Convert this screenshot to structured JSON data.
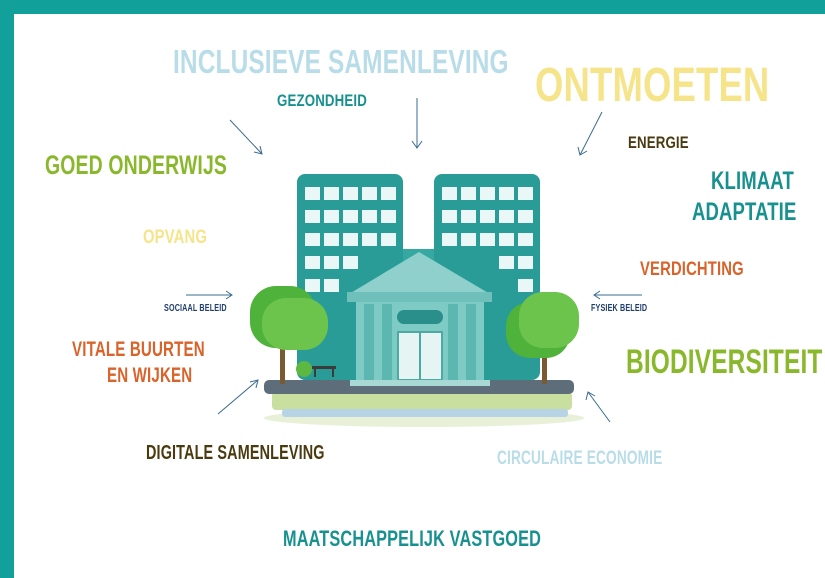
{
  "labels": {
    "inclusieve": "INCLUSIEVE SAMENLEVING",
    "gezondheid": "GEZONDHEID",
    "ontmoeten": "ONTMOETEN",
    "energie": "ENERGIE",
    "goed_onderwijs": "GOED ONDERWIJS",
    "klimaat_line1": "KLIMAAT",
    "klimaat_line2": "ADAPTATIE",
    "opvang": "OPVANG",
    "verdichting": "VERDICHTING",
    "sociaal_beleid": "SOCIAAL BELEID",
    "fysiek_beleid": "FYSIEK BELEID",
    "vitale_line1": "VITALE BUURTEN",
    "vitale_line2": "EN WIJKEN",
    "biodiversiteit": "BIODIVERSITEIT",
    "digitale": "DIGITALE SAMENLEVING",
    "circulaire": "CIRCULAIRE ECONOMIE",
    "footer": "MAATSCHAPPELIJK VASTGOED"
  },
  "colors": {
    "frame": "#12a09a",
    "light_blue": "#b9dde8",
    "teal": "#17918f",
    "yellow": "#f6e48a",
    "dark_brown": "#4a3a10",
    "green": "#8ab82c",
    "orange": "#d9632a",
    "navy": "#1f3d6b"
  }
}
